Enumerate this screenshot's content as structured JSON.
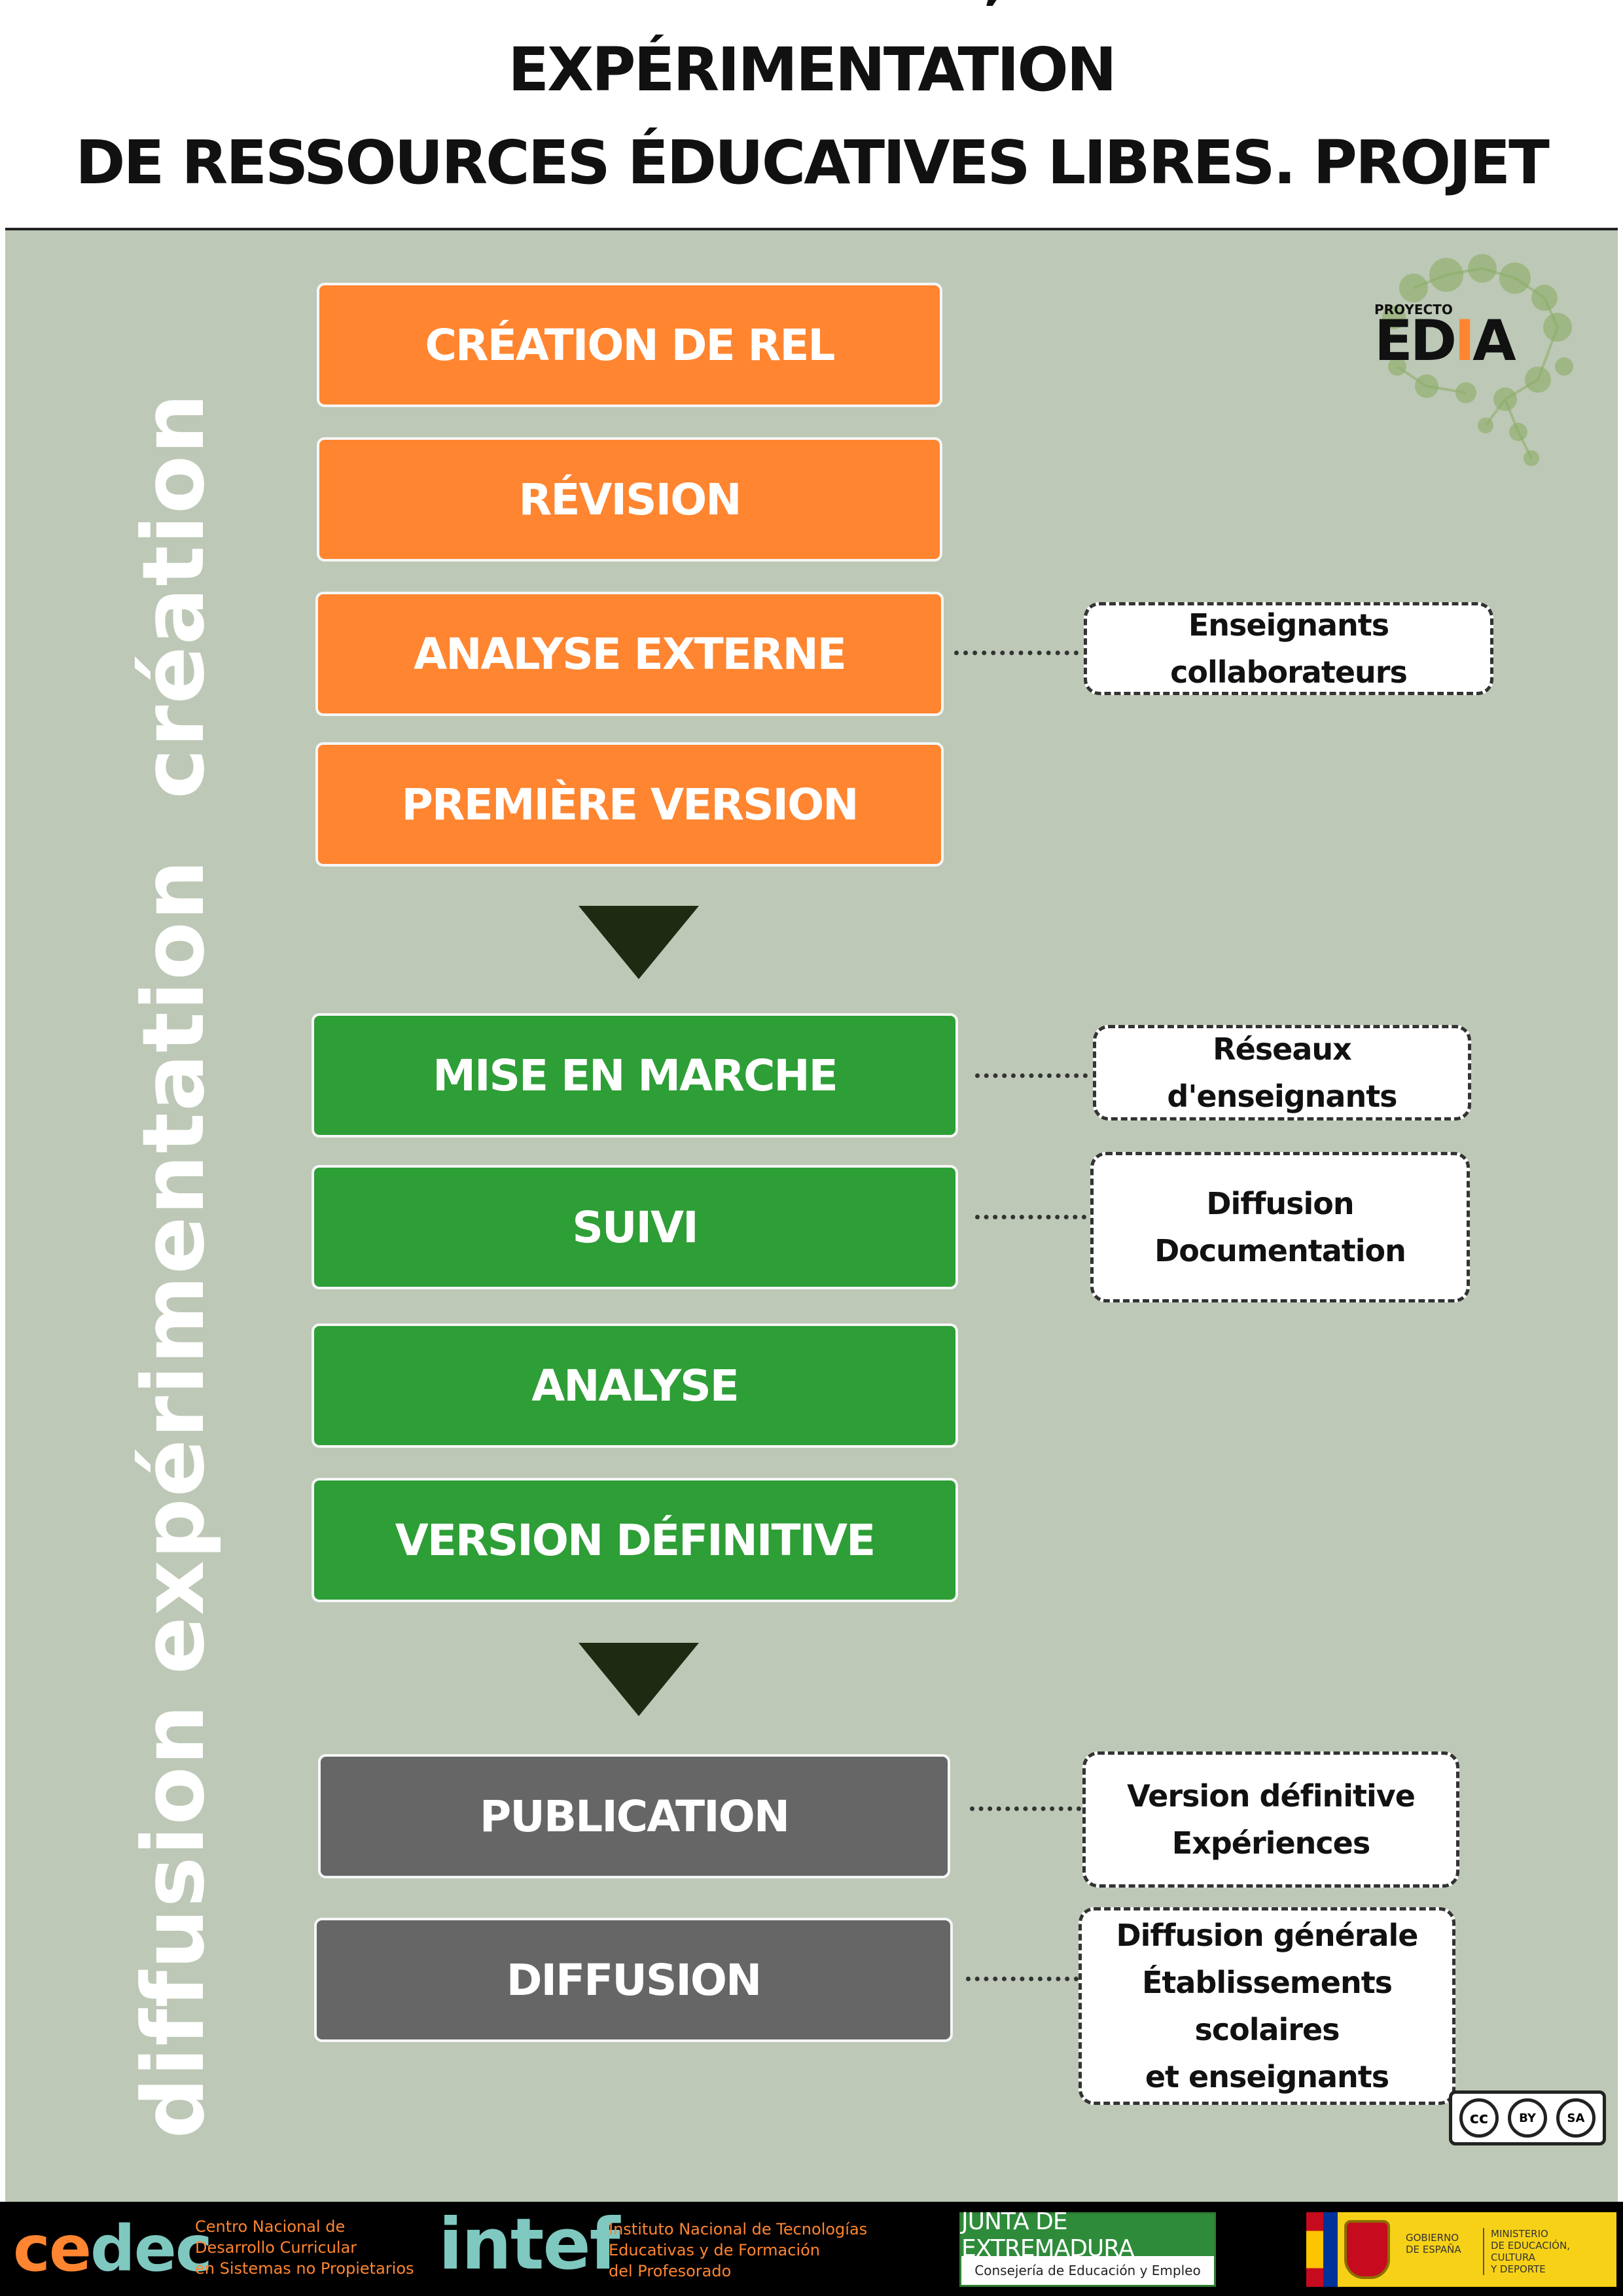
{
  "header": {
    "title_line1": "PROCESSUS DE CRÉATION, DIFFUSION ET EXPÉRIMENTATION",
    "title_line2": "DE RESSOURCES ÉDUCATIVES LIBRES. PROJET EDIA."
  },
  "phases": {
    "creation": "création",
    "experimentation": "expérimentation",
    "diffusion": "diffusion"
  },
  "steps": {
    "creation_rel": "CRÉATION DE REL",
    "revision": "RÉVISION",
    "analyse_externe": "ANALYSE EXTERNE",
    "premiere_version": "PREMIÈRE VERSION",
    "mise_en_marche": "MISE EN MARCHE",
    "suivi": "SUIVI",
    "analyse": "ANALYSE",
    "version_definitive": "VERSION DÉFINITIVE",
    "publication": "PUBLICATION",
    "diffusion": "DIFFUSION"
  },
  "notes": {
    "enseignants_collaborateurs": "Enseignants collaborateurs",
    "reseaux": "Réseaux d'enseignants",
    "suivi_l1": "Diffusion",
    "suivi_l2": "Documentation",
    "publication_l1": "Version définitive",
    "publication_l2": "Expériences",
    "diffusion_l1": "Diffusion générale",
    "diffusion_l2": "Établissements scolaires",
    "diffusion_l3": "et enseignants"
  },
  "logo": {
    "proyecto": "PROYECTO",
    "edia_ed": "ED",
    "edia_i": "I",
    "edia_a": "A"
  },
  "license": {
    "cc": "cc",
    "by": "BY",
    "sa": "SA"
  },
  "footer": {
    "cedec_ce": "ce",
    "cedec_dec": "dec",
    "cedec_desc": "Centro Nacional de\nDesarrollo Curricular\nen Sistemas no Propietarios",
    "intef": "intef",
    "intef_desc": "Instituto Nacional de Tecnologías\nEducativas y de Formación\ndel Profesorado",
    "junta_title": "JUNTA DE EXTREMADURA",
    "junta_sub": "Consejería de Educación y Empleo",
    "gob_left": "GOBIERNO\nDE ESPAÑA",
    "gob_right": "MINISTERIO\nDE EDUCACIÓN, CULTURA\nY DEPORTE"
  },
  "colors": {
    "creation": "#ff8530",
    "experimentation": "#2e9e36",
    "diffusion": "#666666",
    "background": "#bdc8b6",
    "arrow": "#1e2a12"
  }
}
